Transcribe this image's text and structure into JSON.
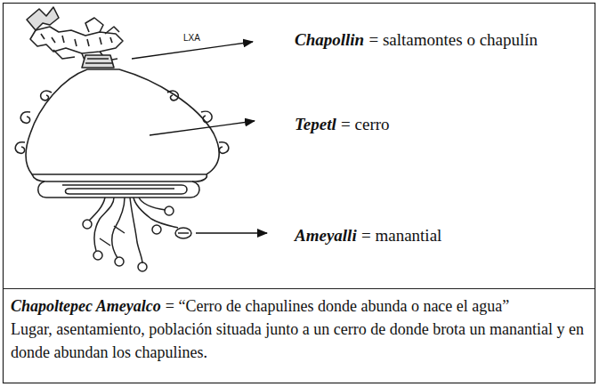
{
  "diagram": {
    "labels": [
      "LXA",
      "Chapollin",
      "= saltamontes o chapulín",
      "Tepetl",
      "= cerro",
      "Ameyalli",
      "= manantial",
      "Chapoltepec Ameyalco",
      "= “Cerro de chapulines donde abunda o nace el agua”",
      "Lugar, asentamiento, población situada junto a un cerro de donde brota un manantial y en donde abundan los chapulines."
    ]
  }
}
